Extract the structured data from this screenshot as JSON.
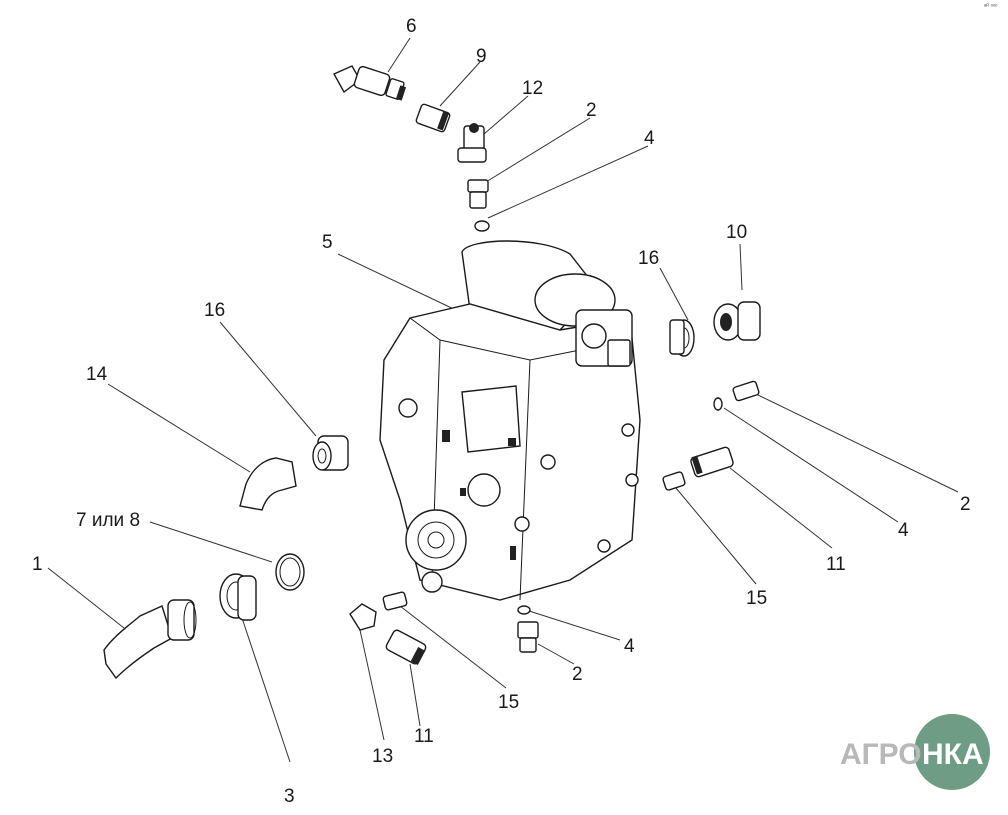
{
  "diagram": {
    "callouts": [
      {
        "id": "c6",
        "text": "6"
      },
      {
        "id": "c9",
        "text": "9"
      },
      {
        "id": "c12",
        "text": "12"
      },
      {
        "id": "c2a",
        "text": "2"
      },
      {
        "id": "c4a",
        "text": "4"
      },
      {
        "id": "c10",
        "text": "10"
      },
      {
        "id": "c16a",
        "text": "16"
      },
      {
        "id": "c5",
        "text": "5"
      },
      {
        "id": "c16b",
        "text": "16"
      },
      {
        "id": "c14",
        "text": "14"
      },
      {
        "id": "c78",
        "text": "7 или 8"
      },
      {
        "id": "c1",
        "text": "1"
      },
      {
        "id": "c2b",
        "text": "2"
      },
      {
        "id": "c4b",
        "text": "4"
      },
      {
        "id": "c11a",
        "text": "11"
      },
      {
        "id": "c15a",
        "text": "15"
      },
      {
        "id": "c4c",
        "text": "4"
      },
      {
        "id": "c2c",
        "text": "2"
      },
      {
        "id": "c15b",
        "text": "15"
      },
      {
        "id": "c11b",
        "text": "11"
      },
      {
        "id": "c13",
        "text": "13"
      },
      {
        "id": "c3",
        "text": "3"
      }
    ]
  },
  "watermark": {
    "left": "АГРО",
    "right": "НКА"
  },
  "corner_mark": "ᵃᴿ ᵒᵒᵒ",
  "colors": {
    "line": "#1a1a1a",
    "logo_gray": "#b8b8b8",
    "logo_green": "#6f9c84"
  }
}
